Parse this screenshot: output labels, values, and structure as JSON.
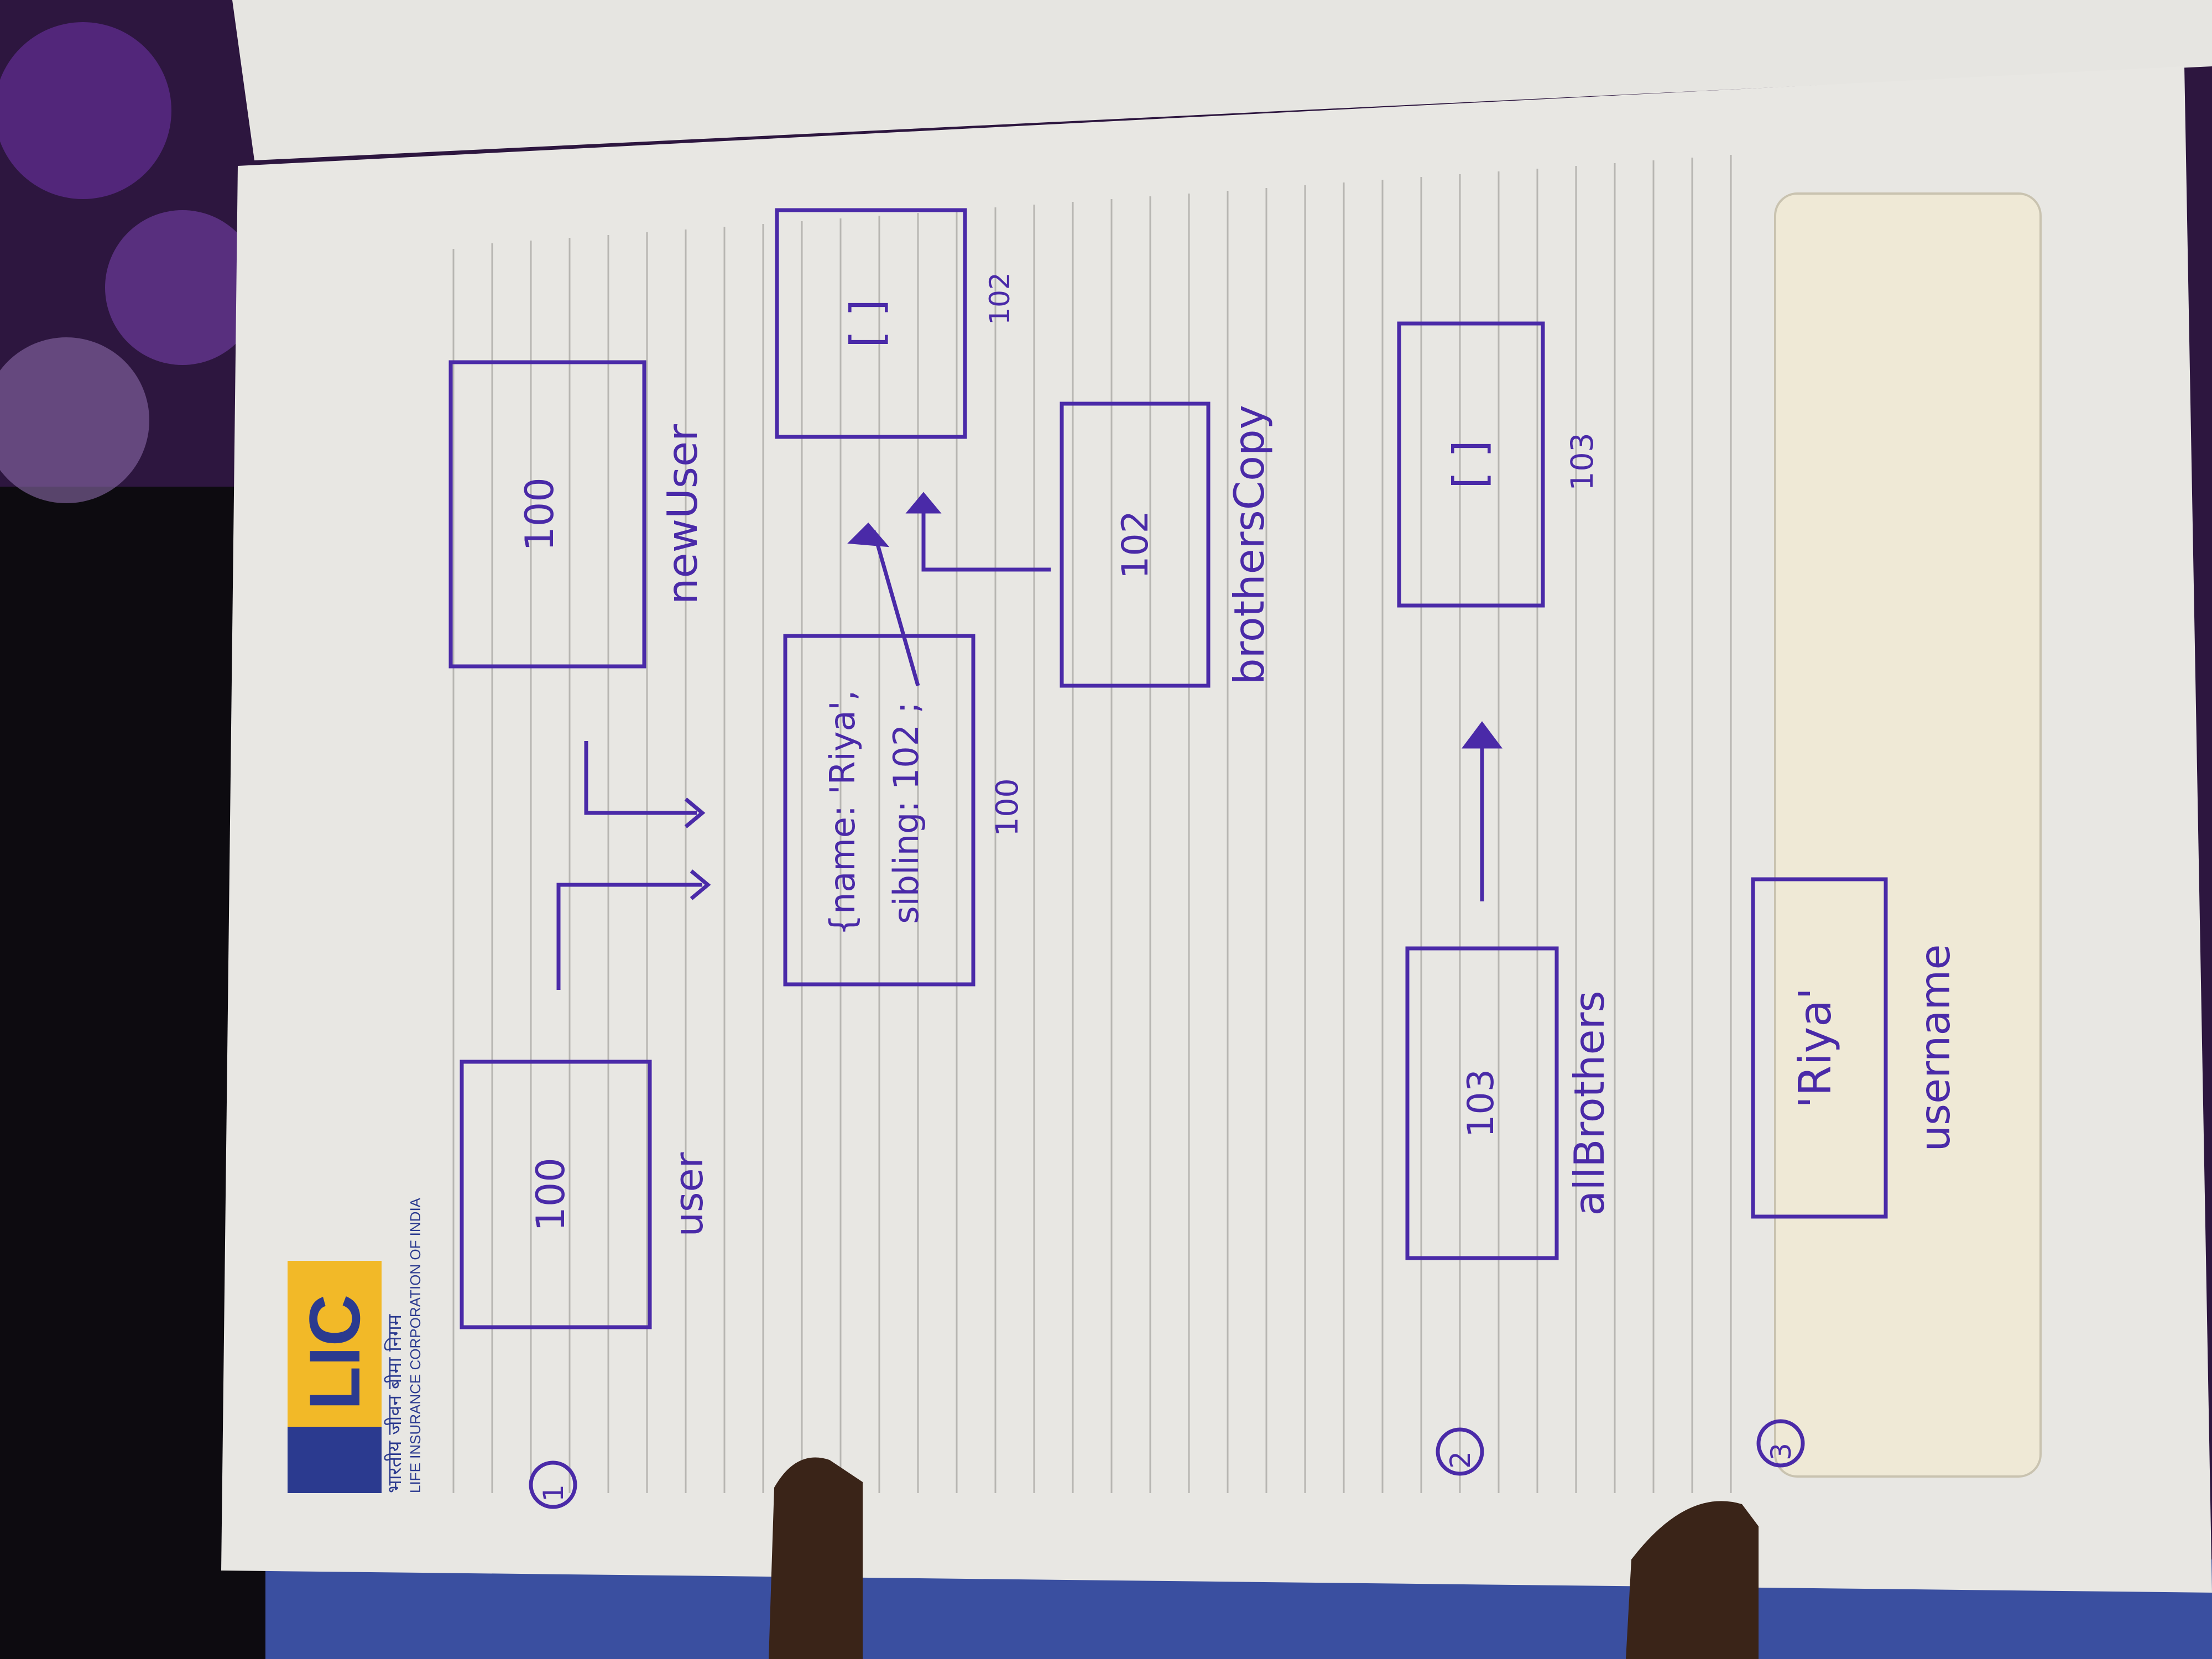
{
  "photo": {
    "description_colors": {
      "ink": "#4a2aa8",
      "paper": "#e9e8e4",
      "rule": "#b9b8b4",
      "cloth": "#3a1d5e",
      "lic_yellow": "#f2b928",
      "lic_blue": "#2b3a8f"
    }
  },
  "logo": {
    "brand": "LIC",
    "hindi": "भारतीय जीवन बीमा निगम",
    "english": "LIFE INSURANCE CORPORATION OF INDIA"
  },
  "section1": {
    "number": "1",
    "user_box": "100",
    "user_label": "user",
    "newuser_box": "100",
    "newuser_label": "newUser",
    "object_line1": "{name: 'Riya',",
    "object_line2": "sibling: 102 ;",
    "object_addr": "100",
    "array_box": "[  ]",
    "array_addr": "102",
    "copy_box": "102",
    "copy_label": "brothersCopy"
  },
  "section2": {
    "number": "2",
    "all_box": "103",
    "all_label": "allBrothers",
    "array_box": "[  ]",
    "array_addr": "103"
  },
  "section3": {
    "number": "3",
    "value_box": "'Riya'",
    "value_label": "username"
  }
}
